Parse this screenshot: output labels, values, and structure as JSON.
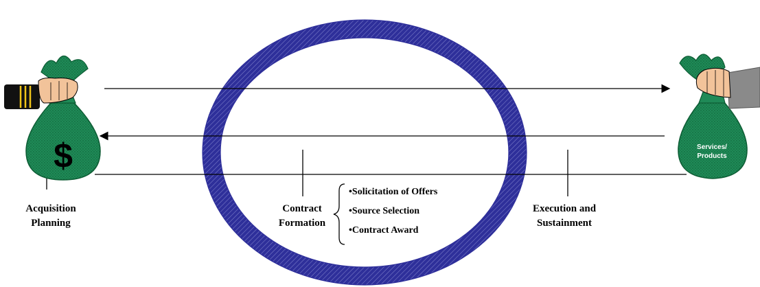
{
  "labels": {
    "acquisition": [
      "Acquisition",
      "Planning"
    ],
    "contract_formation": [
      "Contract",
      "Formation"
    ],
    "execution": [
      "Execution and",
      "Sustainment"
    ],
    "bag_left_symbol": "$",
    "bag_right": [
      "Services/",
      "Products"
    ]
  },
  "contract_steps": [
    "Solicitation of Offers",
    "Source Selection",
    "Contract Award"
  ],
  "colors": {
    "ring": "#2e2f9a",
    "ring_hatch": "#7a7bc8",
    "bag": "#1f8a57",
    "bag_dark": "#0d5c34",
    "skin": "#f2c39a",
    "sleeve_left": "#111111",
    "stripes": "#f0c419",
    "sleeve_right": "#8a8a8a"
  }
}
